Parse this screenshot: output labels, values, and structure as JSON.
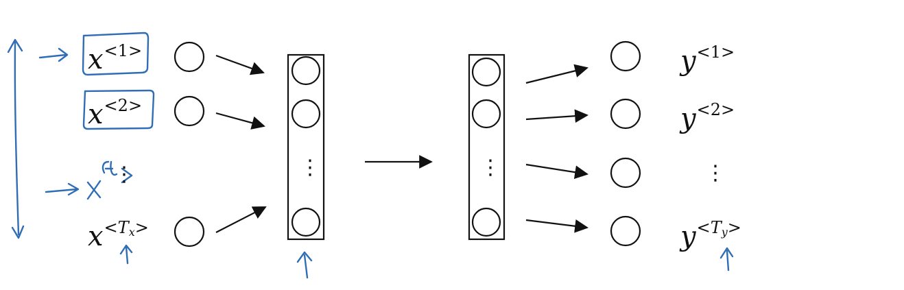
{
  "inputs": {
    "row1": {
      "base": "x",
      "sup_open": "<",
      "sup_index": "1",
      "sup_close": ">"
    },
    "row2": {
      "base": "x",
      "sup_open": "<",
      "sup_index": "2",
      "sup_close": ">"
    },
    "rowt": {
      "base": "x",
      "sup_open": "<",
      "sup_index": "t",
      "sup_close": ">"
    },
    "rowT": {
      "base": "x",
      "sup_open": "<",
      "sup_index": "T",
      "sup_sub": "x",
      "sup_close": ">"
    }
  },
  "outputs": {
    "row1": {
      "base": "y",
      "sup_open": "<",
      "sup_index": "1",
      "sup_close": ">"
    },
    "row2": {
      "base": "y",
      "sup_open": "<",
      "sup_index": "2",
      "sup_close": ">"
    },
    "rowT": {
      "base": "y",
      "sup_open": "<",
      "sup_index": "T",
      "sup_sub": "y",
      "sup_close": ">"
    }
  },
  "ellipsis": "⋮",
  "colors": {
    "ink": "#111111",
    "annotation": "#2f6db5"
  }
}
